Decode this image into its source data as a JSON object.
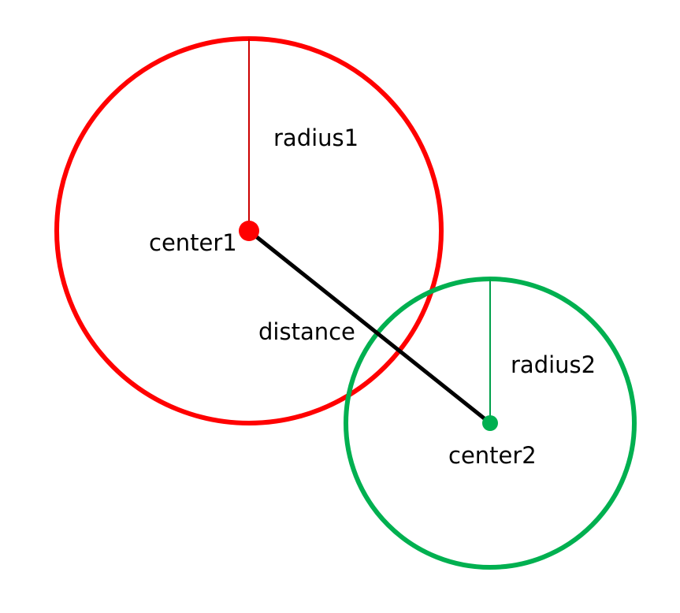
{
  "diagram": {
    "labels": {
      "radius1": "radius1",
      "center1": "center1",
      "distance": "distance",
      "radius2": "radius2",
      "center2": "center2"
    },
    "colors": {
      "circle1": "#ff0000",
      "circle1_radius_line": "#cc0000",
      "circle2": "#00b050",
      "circle2_radius_line": "#00a04a",
      "distance_line": "#000000",
      "text": "#000000"
    }
  }
}
